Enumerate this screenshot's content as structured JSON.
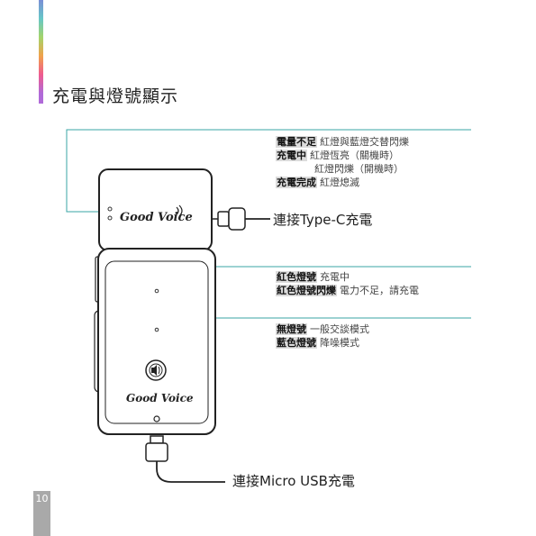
{
  "page": {
    "title": "充電與燈號顯示",
    "page_number": "10"
  },
  "brand": {
    "logo_text": "Good Voice"
  },
  "charging_status": {
    "low_battery_label": "電量不足",
    "low_battery_desc": "紅燈與藍燈交替閃爍",
    "charging_label": "充電中",
    "charging_desc_1": "紅燈恆亮（關機時）",
    "charging_desc_2": "紅燈閃爍（開機時）",
    "charged_label": "充電完成",
    "charged_desc": "紅燈熄滅"
  },
  "red_light": {
    "solid_label": "紅色燈號",
    "solid_desc": "充電中",
    "blink_label": "紅色燈號閃爍",
    "blink_desc": "電力不足，請充電"
  },
  "blue_light": {
    "off_label": "無燈號",
    "off_desc": "一般交談模式",
    "on_label": "藍色燈號",
    "on_desc": "降噪模式"
  },
  "callouts": {
    "typec": "連接Type-C充電",
    "micro_usb": "連接Micro USB充電"
  },
  "colors": {
    "leader_line": "#3aa6a6",
    "device_outline": "#222222",
    "label_bg": "#dcdcdc"
  }
}
